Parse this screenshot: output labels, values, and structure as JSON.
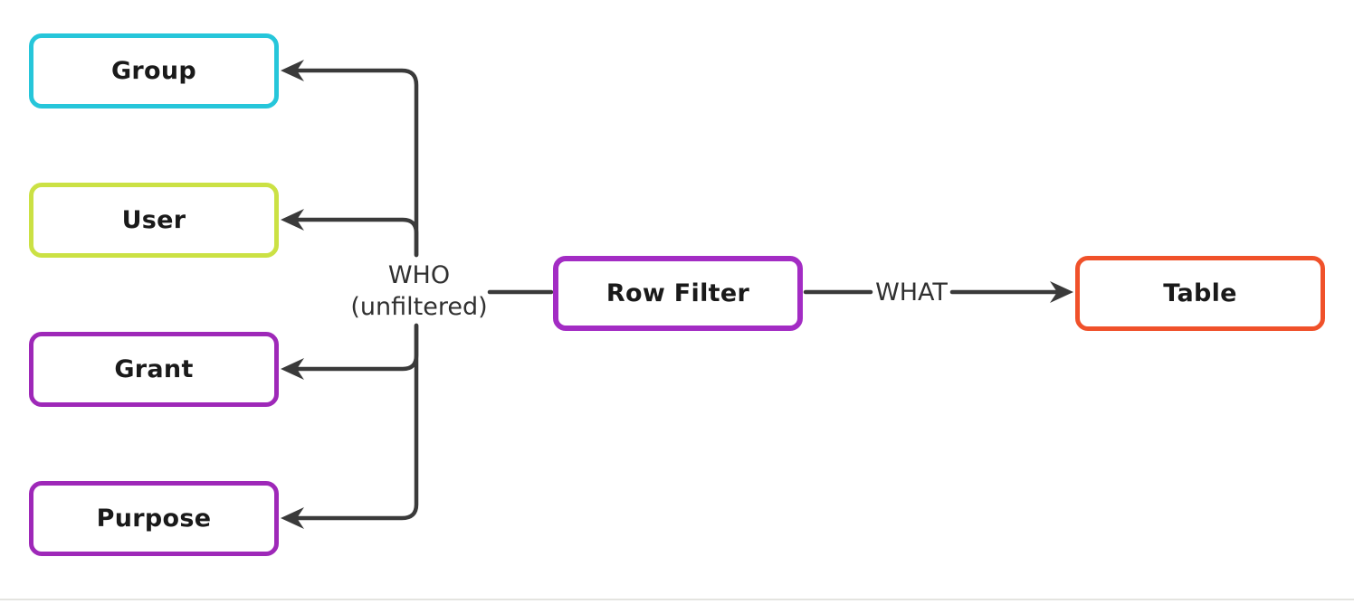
{
  "diagram": {
    "background_color": "#ffffff",
    "divider_color": "#e4e4e0",
    "edge_color": "#3a3a3a",
    "node_text_color": "#1a1a1a",
    "label_text_color": "#303030",
    "node_fill_color": "#ffffff",
    "nodes": [
      {
        "id": "group",
        "label": "Group",
        "border_color": "#26c6da"
      },
      {
        "id": "user",
        "label": "User",
        "border_color": "#cbe144"
      },
      {
        "id": "grant",
        "label": "Grant",
        "border_color": "#9e28b8"
      },
      {
        "id": "purpose",
        "label": "Purpose",
        "border_color": "#9e28b8"
      },
      {
        "id": "row_filter",
        "label": "Row Filter",
        "border_color": "#a32cc4"
      },
      {
        "id": "table",
        "label": "Table",
        "border_color": "#f0512a"
      }
    ],
    "edges": {
      "who_label_line1": "WHO",
      "who_label_line2": "(unfiltered)",
      "what_label": "WHAT"
    }
  }
}
